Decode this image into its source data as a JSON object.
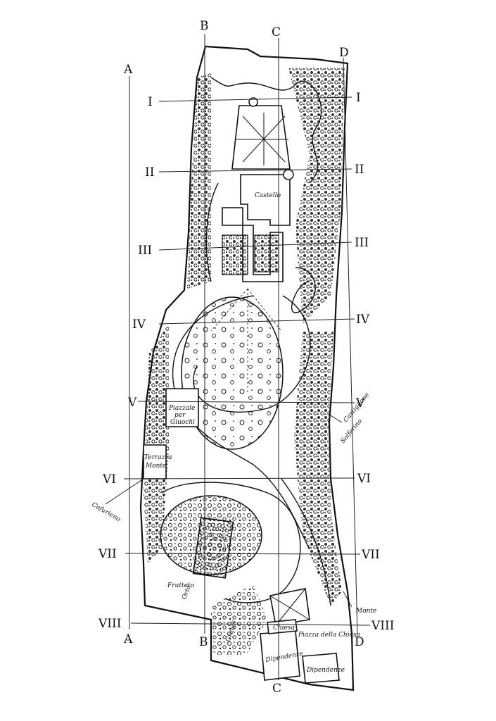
{
  "section_labels": {
    "a_top": "A",
    "a_bottom": "A",
    "b_top": "B",
    "b_bottom": "B",
    "c_top": "C",
    "c_bottom": "C",
    "d_top": "D",
    "d_bottom": "D",
    "i_left": "I",
    "i_right": "I",
    "ii_left": "II",
    "ii_right": "II",
    "iii_left": "III",
    "iii_right": "III",
    "iv_left": "IV",
    "iv_right": "IV",
    "v_left": "V",
    "v_right": "V",
    "vi_left": "VI",
    "vi_right": "VI",
    "vii_left": "VII",
    "vii_right": "VII",
    "viii_left": "VIII",
    "viii_right": "VIII"
  },
  "place_labels": {
    "castello": "Castello",
    "castiglione": "Castiglione",
    "solferino": "Solferino",
    "cafurieno": "Cafurieno",
    "piazzale": "Piazzale",
    "piazzale_sub": "per",
    "piazzale_sub2": "Giuochi",
    "terrazza": "Terrazza",
    "terrazza_sub": "Monte",
    "frutteto": "Frutteto",
    "dipendenze": "Dipendenze",
    "dipendenze2": "Dipendenze",
    "chiesa": "Chiesa",
    "piazza_della_chiesa": "Piazza della Chiesa",
    "monte": "Monte",
    "orto": "Orto",
    "granili": "Granili"
  },
  "colors": {
    "ink": "#111111",
    "paper": "#ffffff"
  }
}
